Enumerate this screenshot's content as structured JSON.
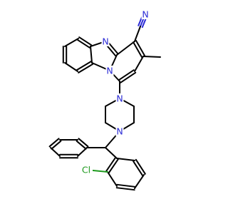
{
  "colors": {
    "bond": "#000000",
    "nitrogen": "#2b2bd6",
    "chlorine": "#1f9a1f",
    "background": "#ffffff"
  },
  "atoms": [
    {
      "id": "N_nitrile",
      "label": "N",
      "color": "#2b2bd6"
    },
    {
      "id": "N_imidazole",
      "label": "N",
      "color": "#2b2bd6"
    },
    {
      "id": "N_bridge",
      "label": "N",
      "color": "#2b2bd6"
    },
    {
      "id": "N_pip_top",
      "label": "N",
      "color": "#2b2bd6"
    },
    {
      "id": "N_pip_bottom",
      "label": "N",
      "color": "#2b2bd6"
    },
    {
      "id": "Cl",
      "label": "Cl",
      "color": "#1f9a1f"
    }
  ]
}
